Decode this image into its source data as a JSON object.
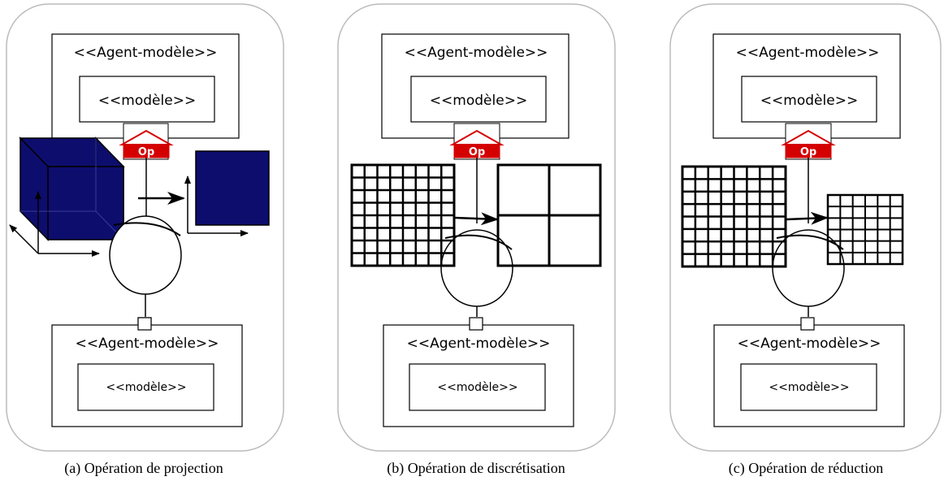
{
  "panels": [
    {
      "id": "a",
      "top_agent": {
        "title": "<<Agent-modèle>>",
        "model": "<<modèle>>"
      },
      "operator_label": "Op",
      "bottom_agent": {
        "title": "<<Agent-modèle>>",
        "model": "<<modèle>>"
      },
      "caption": "(a) Opération de projection"
    },
    {
      "id": "b",
      "top_agent": {
        "title": "<<Agent-modèle>>",
        "model": "<<modèle>>"
      },
      "operator_label": "Op",
      "bottom_agent": {
        "title": "<<Agent-modèle>>",
        "model": "<<modèle>>"
      },
      "caption": "(b) Opération de discrétisation"
    },
    {
      "id": "c",
      "top_agent": {
        "title": "<<Agent-modèle>>",
        "model": "<<modèle>>"
      },
      "operator_label": "Op",
      "bottom_agent": {
        "title": "<<Agent-modèle>>",
        "model": "<<modèle>>"
      },
      "caption": "(c) Opération de réduction"
    }
  ],
  "colors": {
    "panel_border": "#bbbbbb",
    "operator_red": "#d40000",
    "cube_fill": "#0d0d6e",
    "line": "#000000"
  }
}
